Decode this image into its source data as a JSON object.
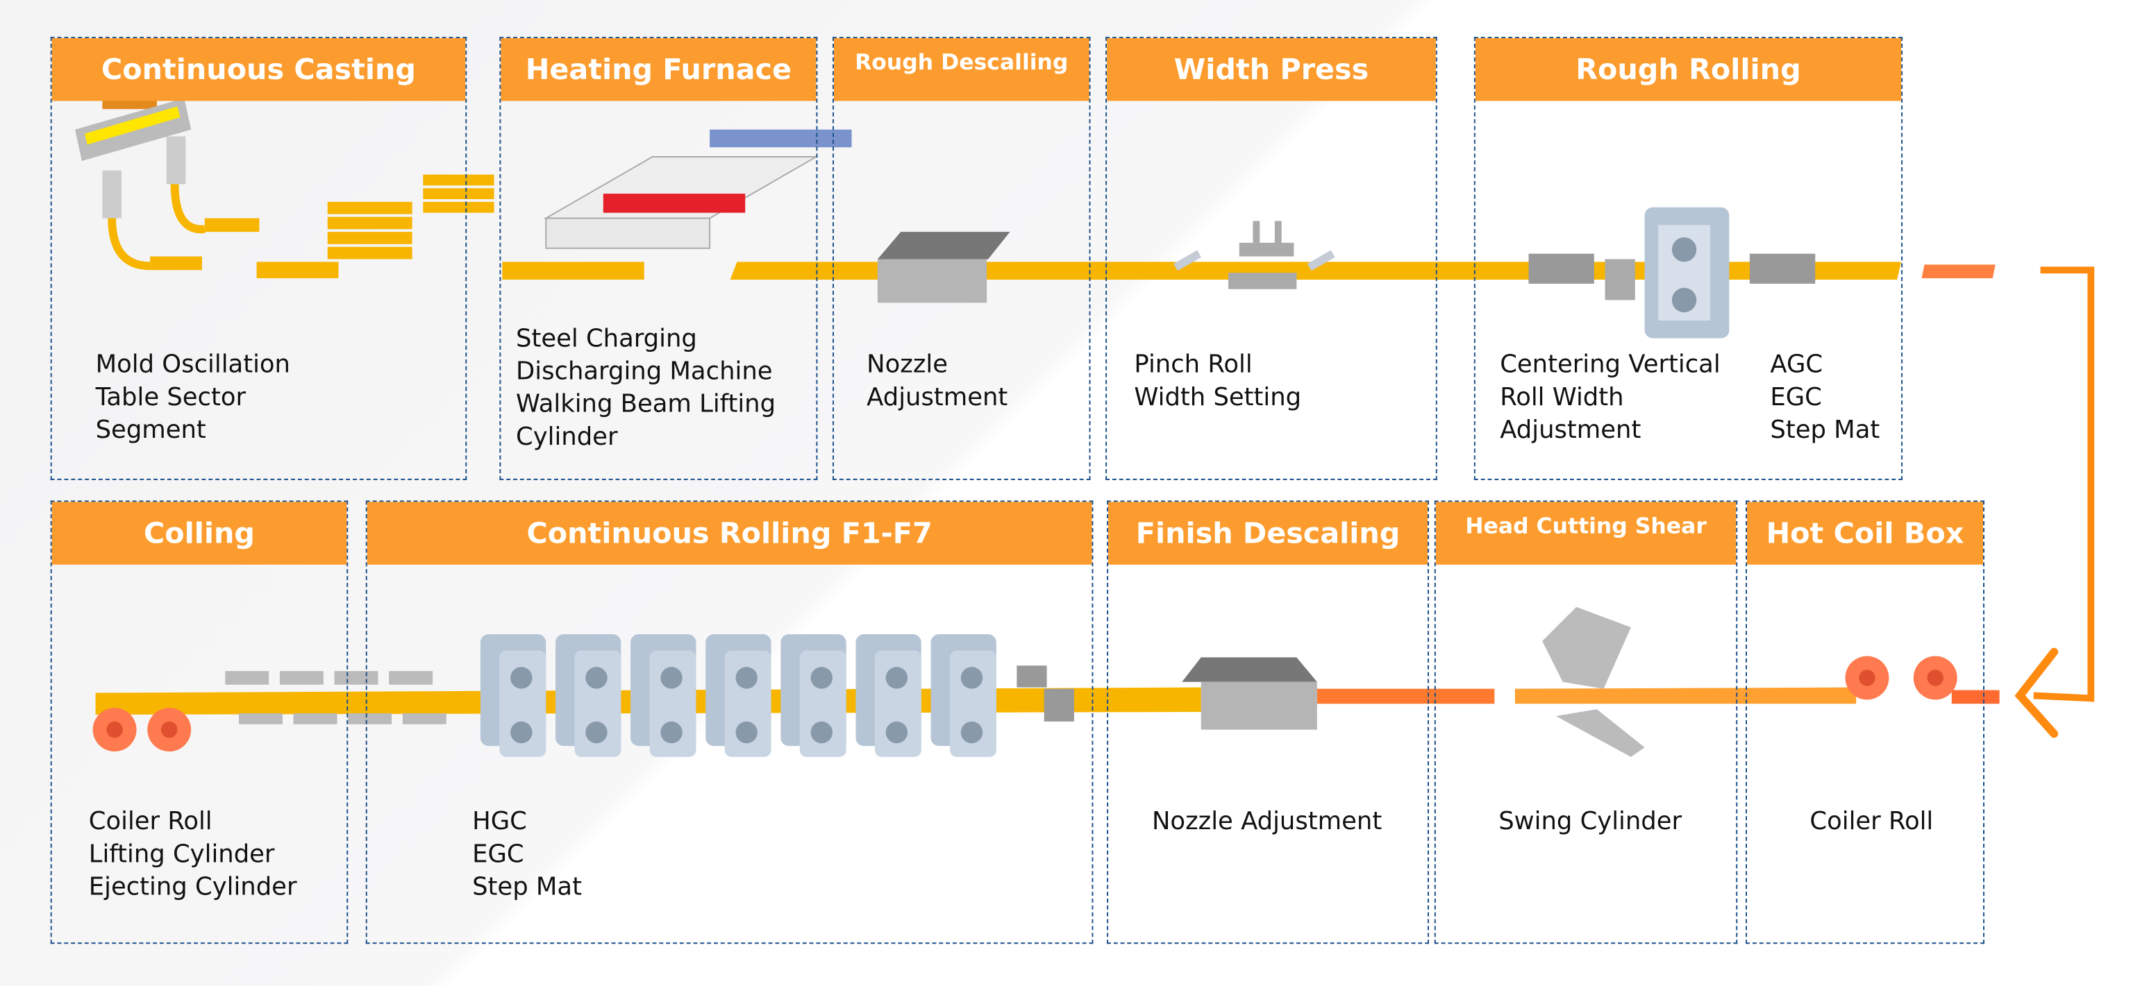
{
  "colors": {
    "header": "#fd9c2e",
    "strip": "#f7b500",
    "hot_strip": "#ff7a2e",
    "border": "#1a4f8c",
    "arrow": "#ff8a10"
  },
  "stages": [
    {
      "title": "Continuous Casting",
      "items": [
        "Mold Oscillation",
        "Table Sector",
        "Segment"
      ]
    },
    {
      "title": "Heating Furnace",
      "items": [
        "Steel Charging",
        "Discharging Machine",
        "Walking Beam Lifting",
        "Cylinder"
      ]
    },
    {
      "title": "Rough Descalling",
      "items": [
        "Nozzle",
        "Adjustment"
      ]
    },
    {
      "title": "Width Press",
      "items": [
        "Pinch Roll",
        "Width Setting"
      ]
    },
    {
      "title": "Rough Rolling",
      "items": [
        "Centering Vertical",
        "Roll Width",
        "Adjustment"
      ],
      "items2": [
        "AGC",
        "EGC",
        "Step Mat"
      ]
    },
    {
      "title": "Colling",
      "items": [
        "Coiler Roll",
        "Lifting Cylinder",
        "Ejecting Cylinder"
      ]
    },
    {
      "title": "Continuous Rolling F1-F7",
      "items": [
        "HGC",
        "EGC",
        "Step Mat"
      ]
    },
    {
      "title": "Finish Descaling",
      "items": [
        "Nozzle Adjustment"
      ]
    },
    {
      "title": "Head Cutting Shear",
      "items": [
        "Swing Cylinder"
      ]
    },
    {
      "title": "Hot Coil Box",
      "items": [
        "Coiler Roll"
      ]
    }
  ]
}
